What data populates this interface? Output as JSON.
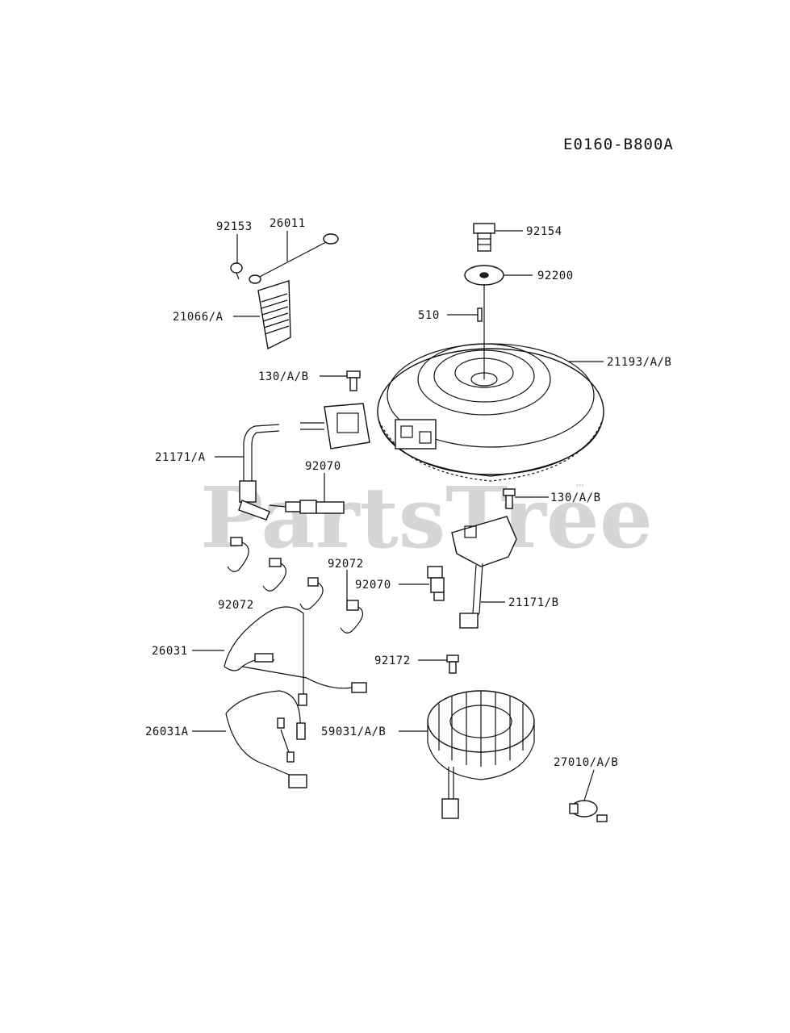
{
  "diagram_code": "E0160-B800A",
  "watermark": "PartsTree",
  "watermark_tm": "™",
  "parts": {
    "p92153": "92153",
    "p26011": "26011",
    "p21066": "21066/A",
    "p130a": "130/A/B",
    "p21171a": "21171/A",
    "p92070a": "92070",
    "p92072a": "92072",
    "p92072b": "92072",
    "p92070b": "92070",
    "p26031": "26031",
    "p26031a": "26031A",
    "p92154": "92154",
    "p92200": "92200",
    "p510": "510",
    "p21193": "21193/A/B",
    "p130b": "130/A/B",
    "p21171b": "21171/B",
    "p92172": "92172",
    "p59031": "59031/A/B",
    "p27010": "27010/A/B"
  }
}
